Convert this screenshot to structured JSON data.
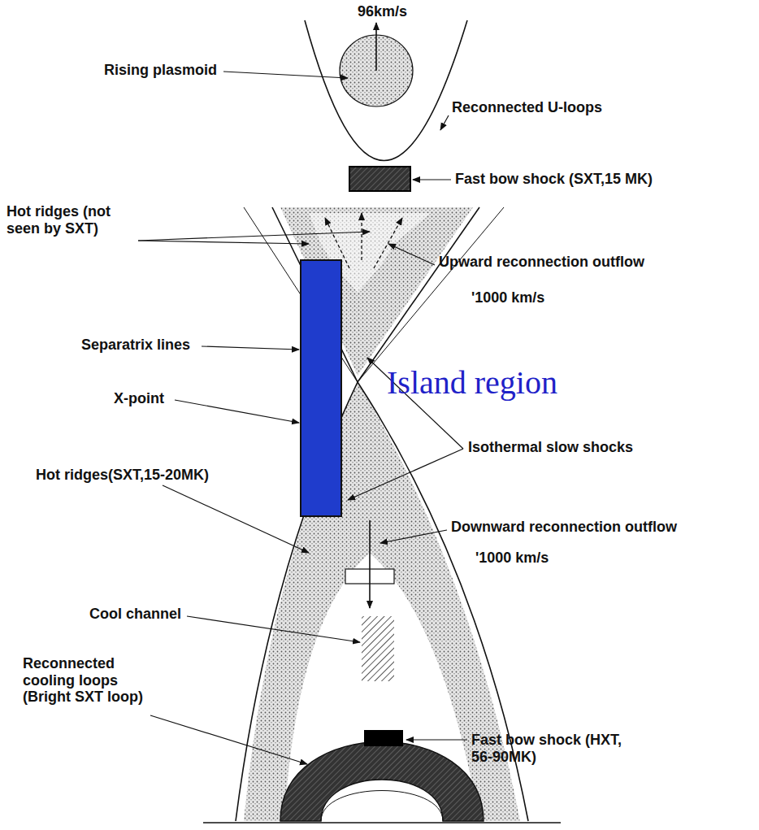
{
  "diagram": {
    "labels": [
      "96km/s",
      "Rising plasmoid",
      "Reconnected U-loops",
      "Fast bow shock (SXT,15 MK)",
      "Hot ridges (not seen by SXT)",
      "Upward reconnection outflow",
      "'1000 km/s",
      "Separatrix lines",
      "Island region",
      "X-point",
      "Isothermal  slow shocks",
      "Hot ridges(SXT,15-20MK)",
      "Downward reconnection outflow",
      "'1000 km/s",
      "Cool channel",
      "Reconnected cooling loops (Bright SXT loop)",
      "Fast bow shock (HXT, 56-90MK)"
    ]
  }
}
